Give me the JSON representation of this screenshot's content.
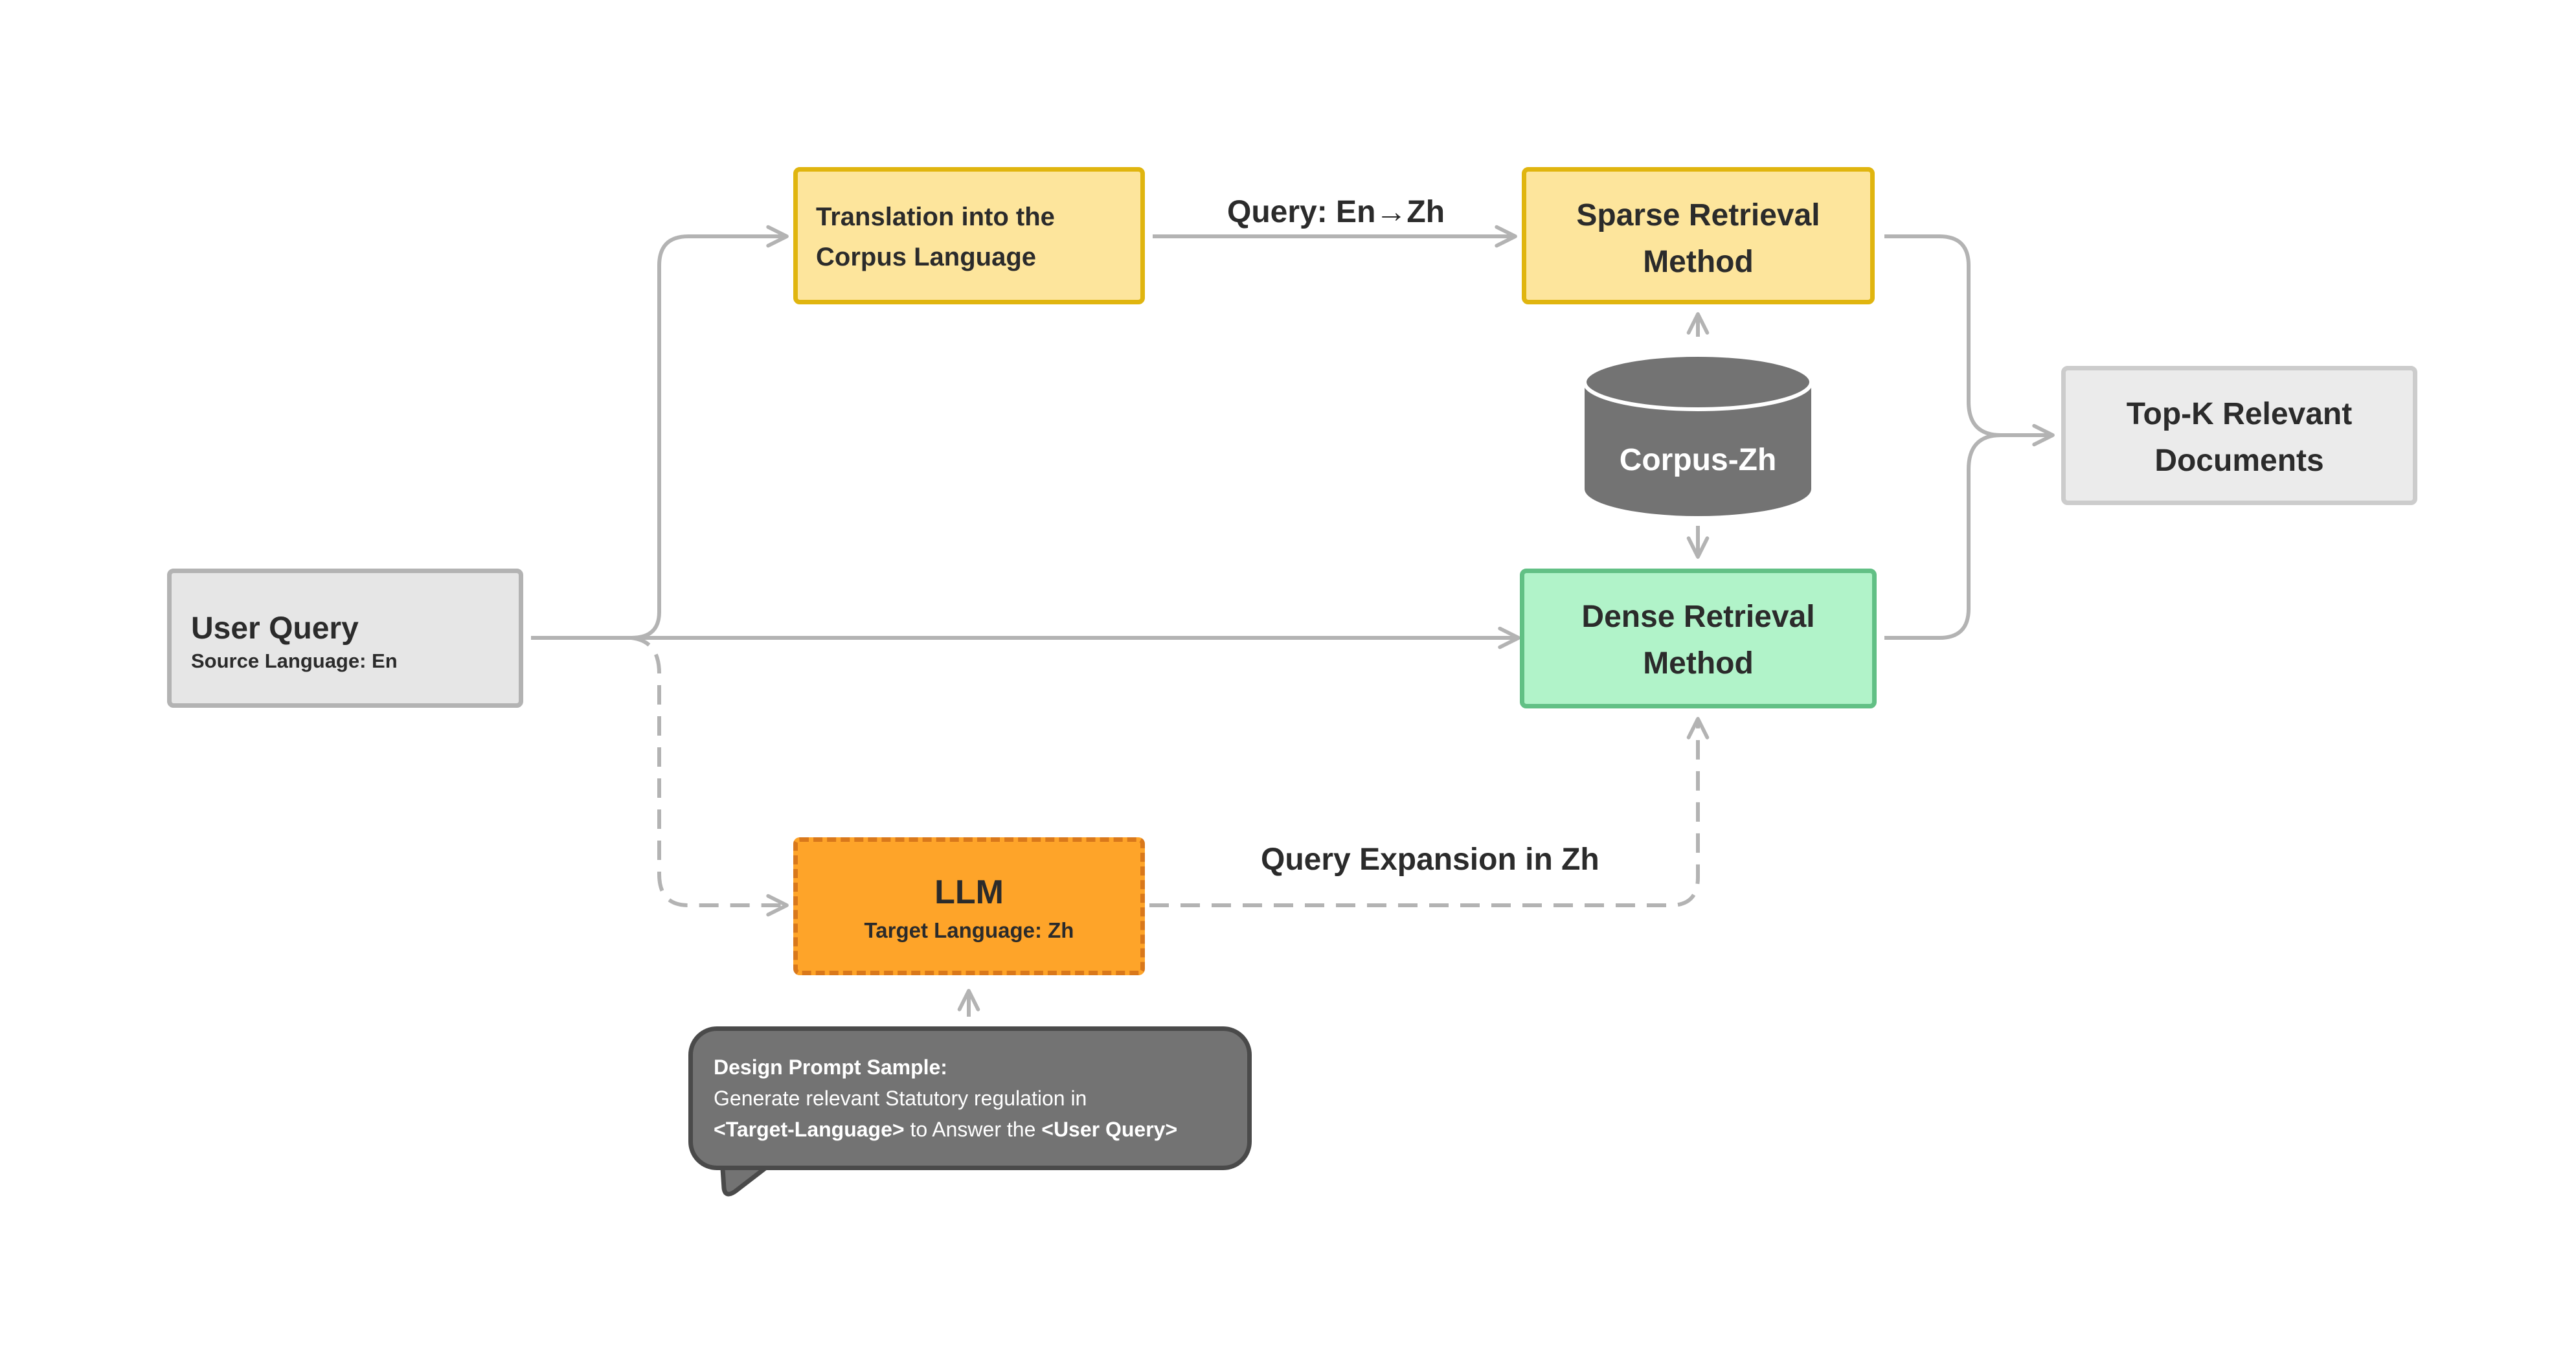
{
  "nodes": {
    "user_query": {
      "title": "User Query",
      "subtitle": "Source Language: En"
    },
    "translation": {
      "line1": "Translation into the",
      "line2": "Corpus Language"
    },
    "sparse": {
      "line1": "Sparse Retrieval",
      "line2": "Method"
    },
    "corpus": {
      "label": "Corpus-Zh"
    },
    "dense": {
      "line1": "Dense Retrieval",
      "line2": "Method"
    },
    "topk": {
      "line1": "Top-K Relevant",
      "line2": "Documents"
    },
    "llm": {
      "title": "LLM",
      "subtitle": "Target Language: Zh"
    }
  },
  "edges": {
    "translation_to_sparse": "Query: En→Zh",
    "llm_to_dense": "Query Expansion in Zh"
  },
  "prompt": {
    "heading": "Design Prompt Sample:",
    "line1": "Generate relevant Statutory regulation in",
    "tag_target": "<Target-Language>",
    "mid": " to Answer the ",
    "tag_query": "<User Query>"
  },
  "colors": {
    "gray_box": "#e6e6e6",
    "gray_border": "#b3b3b3",
    "yellow_box": "#fde59c",
    "yellow_border": "#e0b50f",
    "green_box": "#b1f3c9",
    "green_border": "#62c085",
    "orange_box": "#fea429",
    "orange_border": "#d9781b",
    "corpus": "#737373",
    "bubble": "#737373"
  }
}
